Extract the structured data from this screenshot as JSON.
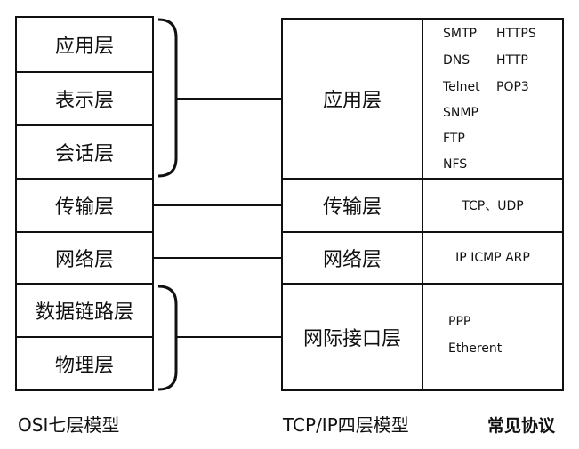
{
  "osi": {
    "layers": [
      "应用层",
      "表示层",
      "会话层",
      "传输层",
      "网络层",
      "数据链路层",
      "物理层"
    ],
    "caption": "OSI七层模型"
  },
  "tcpip": {
    "layers": [
      "应用层",
      "传输层",
      "网络层",
      "网际接口层"
    ],
    "caption": "TCP/IP四层模型"
  },
  "protocols": {
    "application": [
      "SMTP",
      "HTTPS",
      "DNS",
      "HTTP",
      "Telnet",
      "POP3",
      "SNMP",
      "FTP",
      "NFS"
    ],
    "transport": "TCP、UDP",
    "network": "IP ICMP ARP",
    "interface": [
      "PPP",
      "Etherent"
    ],
    "caption": "常见协议"
  }
}
